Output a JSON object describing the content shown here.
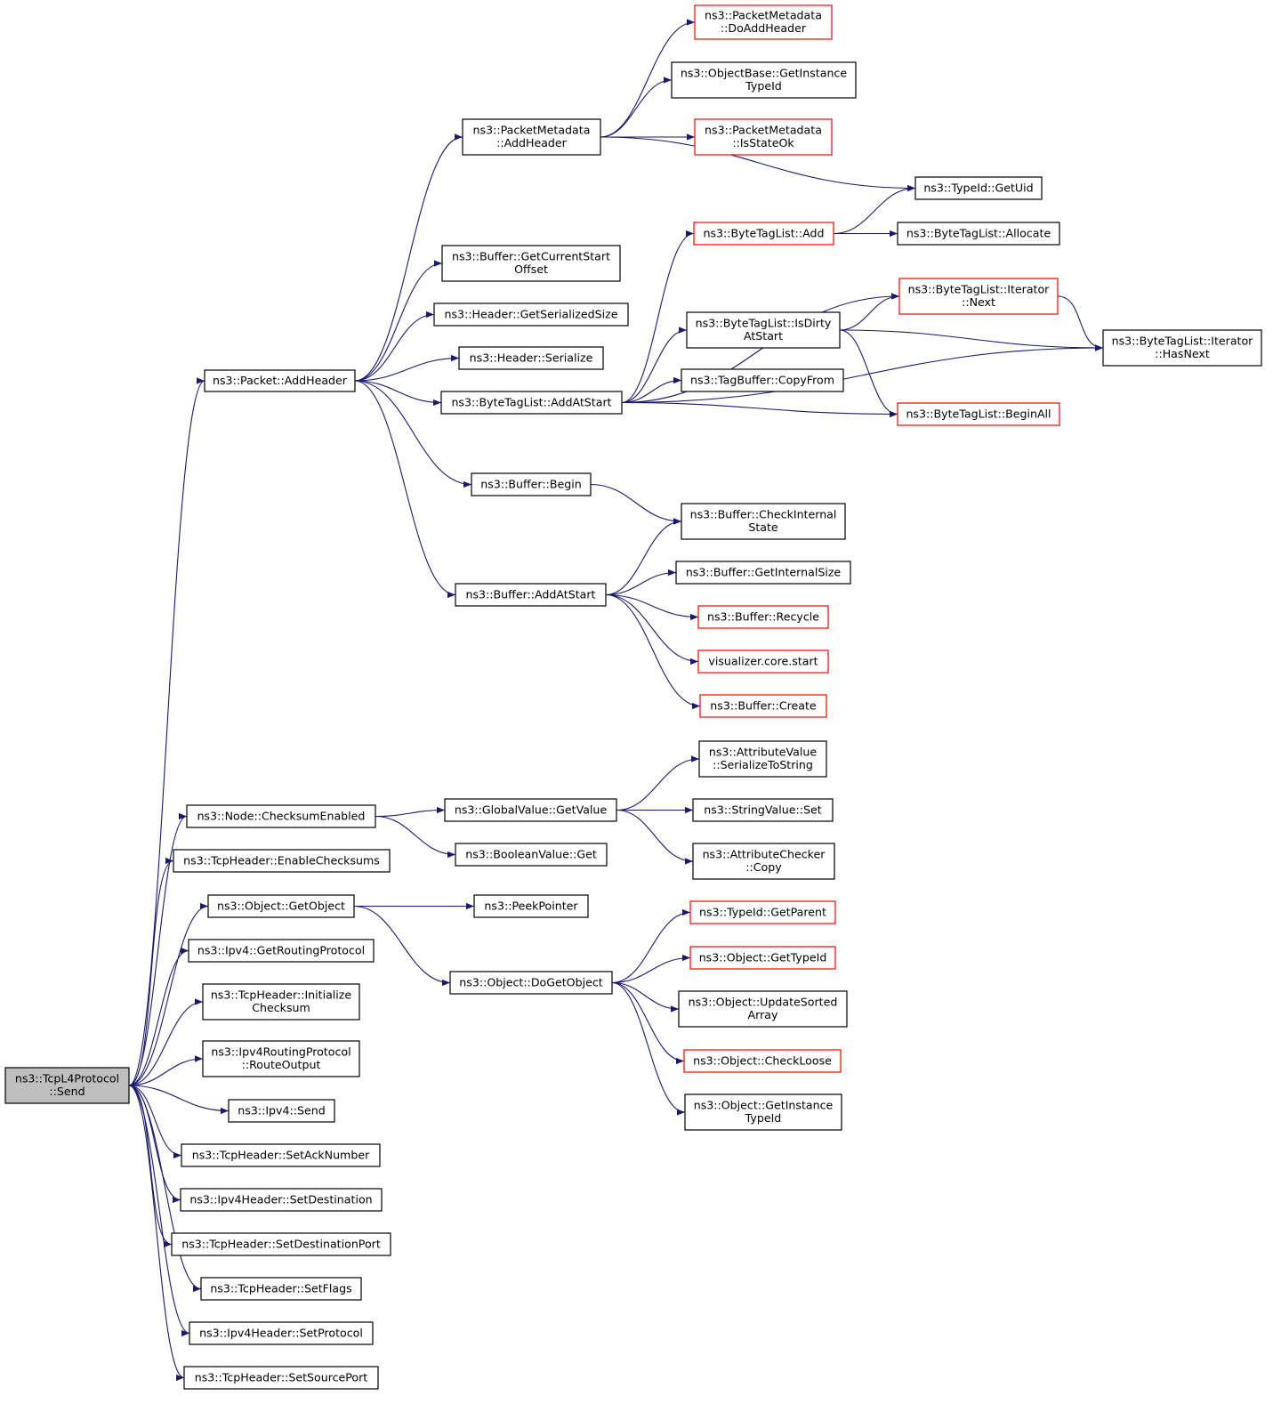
{
  "diagram": {
    "type": "call-graph",
    "colors": {
      "edge": "#191970",
      "border_normal": "#000000",
      "border_incomplete": "#ff0000",
      "root_fill": "#bfbfbf"
    },
    "nodes": [
      {
        "id": "send",
        "lines": [
          "ns3::TcpL4Protocol",
          "::Send"
        ],
        "style": "root"
      },
      {
        "id": "pkt_addheader",
        "lines": [
          "ns3::Packet::AddHeader"
        ],
        "style": "normal"
      },
      {
        "id": "pm_addheader",
        "lines": [
          "ns3::PacketMetadata",
          "::AddHeader"
        ],
        "style": "normal"
      },
      {
        "id": "pm_doaddheader",
        "lines": [
          "ns3::PacketMetadata",
          "::DoAddHeader"
        ],
        "style": "red"
      },
      {
        "id": "ob_getinstancetypeid",
        "lines": [
          "ns3::ObjectBase::GetInstance",
          "TypeId"
        ],
        "style": "normal"
      },
      {
        "id": "pm_isstateok",
        "lines": [
          "ns3::PacketMetadata",
          "::IsStateOk"
        ],
        "style": "red"
      },
      {
        "id": "typeid_getuid",
        "lines": [
          "ns3::TypeId::GetUid"
        ],
        "style": "normal"
      },
      {
        "id": "btl_add",
        "lines": [
          "ns3::ByteTagList::Add"
        ],
        "style": "red"
      },
      {
        "id": "btl_allocate",
        "lines": [
          "ns3::ByteTagList::Allocate"
        ],
        "style": "normal"
      },
      {
        "id": "buf_getcurrentstartoffset",
        "lines": [
          "ns3::Buffer::GetCurrentStart",
          "Offset"
        ],
        "style": "normal"
      },
      {
        "id": "hdr_getserializedsize",
        "lines": [
          "ns3::Header::GetSerializedSize"
        ],
        "style": "normal"
      },
      {
        "id": "hdr_serialize",
        "lines": [
          "ns3::Header::Serialize"
        ],
        "style": "normal"
      },
      {
        "id": "btl_addatstart",
        "lines": [
          "ns3::ByteTagList::AddAtStart"
        ],
        "style": "normal"
      },
      {
        "id": "btl_iter_next",
        "lines": [
          "ns3::ByteTagList::Iterator",
          "::Next"
        ],
        "style": "red"
      },
      {
        "id": "btl_isdirtyatstart",
        "lines": [
          "ns3::ByteTagList::IsDirty",
          "AtStart"
        ],
        "style": "normal"
      },
      {
        "id": "btl_iter_hasnext",
        "lines": [
          "ns3::ByteTagList::Iterator",
          "::HasNext"
        ],
        "style": "normal"
      },
      {
        "id": "tagbuf_copyfrom",
        "lines": [
          "ns3::TagBuffer::CopyFrom"
        ],
        "style": "normal"
      },
      {
        "id": "btl_beginall",
        "lines": [
          "ns3::ByteTagList::BeginAll"
        ],
        "style": "red"
      },
      {
        "id": "buf_begin",
        "lines": [
          "ns3::Buffer::Begin"
        ],
        "style": "normal"
      },
      {
        "id": "buf_checkinternalstate",
        "lines": [
          "ns3::Buffer::CheckInternal",
          "State"
        ],
        "style": "normal"
      },
      {
        "id": "buf_getinternalsize",
        "lines": [
          "ns3::Buffer::GetInternalSize"
        ],
        "style": "normal"
      },
      {
        "id": "buf_addatstart",
        "lines": [
          "ns3::Buffer::AddAtStart"
        ],
        "style": "normal"
      },
      {
        "id": "buf_recycle",
        "lines": [
          "ns3::Buffer::Recycle"
        ],
        "style": "red"
      },
      {
        "id": "vis_core_start",
        "lines": [
          "visualizer.core.start"
        ],
        "style": "red"
      },
      {
        "id": "buf_create",
        "lines": [
          "ns3::Buffer::Create"
        ],
        "style": "red"
      },
      {
        "id": "av_serializetostring",
        "lines": [
          "ns3::AttributeValue",
          "::SerializeToString"
        ],
        "style": "normal"
      },
      {
        "id": "node_checksumenabled",
        "lines": [
          "ns3::Node::ChecksumEnabled"
        ],
        "style": "normal"
      },
      {
        "id": "gv_getvalue",
        "lines": [
          "ns3::GlobalValue::GetValue"
        ],
        "style": "normal"
      },
      {
        "id": "sv_set",
        "lines": [
          "ns3::StringValue::Set"
        ],
        "style": "normal"
      },
      {
        "id": "bv_get",
        "lines": [
          "ns3::BooleanValue::Get"
        ],
        "style": "normal"
      },
      {
        "id": "ac_copy",
        "lines": [
          "ns3::AttributeChecker",
          "::Copy"
        ],
        "style": "normal"
      },
      {
        "id": "tcph_enablechecksums",
        "lines": [
          "ns3::TcpHeader::EnableChecksums"
        ],
        "style": "normal"
      },
      {
        "id": "obj_getobject",
        "lines": [
          "ns3::Object::GetObject"
        ],
        "style": "normal"
      },
      {
        "id": "peekpointer",
        "lines": [
          "ns3::PeekPointer"
        ],
        "style": "normal"
      },
      {
        "id": "typeid_getparent",
        "lines": [
          "ns3::TypeId::GetParent"
        ],
        "style": "red"
      },
      {
        "id": "ipv4_getroutingprotocol",
        "lines": [
          "ns3::Ipv4::GetRoutingProtocol"
        ],
        "style": "normal"
      },
      {
        "id": "obj_gettypeid",
        "lines": [
          "ns3::Object::GetTypeId"
        ],
        "style": "red"
      },
      {
        "id": "obj_dogetobject",
        "lines": [
          "ns3::Object::DoGetObject"
        ],
        "style": "normal"
      },
      {
        "id": "tcph_initializechecksum",
        "lines": [
          "ns3::TcpHeader::Initialize",
          "Checksum"
        ],
        "style": "normal"
      },
      {
        "id": "obj_updatesortedarray",
        "lines": [
          "ns3::Object::UpdateSorted",
          "Array"
        ],
        "style": "normal"
      },
      {
        "id": "ipv4rp_routeoutput",
        "lines": [
          "ns3::Ipv4RoutingProtocol",
          "::RouteOutput"
        ],
        "style": "normal"
      },
      {
        "id": "obj_checkloose",
        "lines": [
          "ns3::Object::CheckLoose"
        ],
        "style": "red"
      },
      {
        "id": "ipv4_send",
        "lines": [
          "ns3::Ipv4::Send"
        ],
        "style": "normal"
      },
      {
        "id": "obj_getinstancetypeid",
        "lines": [
          "ns3::Object::GetInstance",
          "TypeId"
        ],
        "style": "normal"
      },
      {
        "id": "tcph_setacknumber",
        "lines": [
          "ns3::TcpHeader::SetAckNumber"
        ],
        "style": "normal"
      },
      {
        "id": "ipv4h_setdestination",
        "lines": [
          "ns3::Ipv4Header::SetDestination"
        ],
        "style": "normal"
      },
      {
        "id": "tcph_setdestinationport",
        "lines": [
          "ns3::TcpHeader::SetDestinationPort"
        ],
        "style": "normal"
      },
      {
        "id": "tcph_setflags",
        "lines": [
          "ns3::TcpHeader::SetFlags"
        ],
        "style": "normal"
      },
      {
        "id": "ipv4h_setprotocol",
        "lines": [
          "ns3::Ipv4Header::SetProtocol"
        ],
        "style": "normal"
      },
      {
        "id": "tcph_setsourceport",
        "lines": [
          "ns3::TcpHeader::SetSourcePort"
        ],
        "style": "normal"
      }
    ],
    "edges": [
      [
        "send",
        "pkt_addheader"
      ],
      [
        "send",
        "node_checksumenabled"
      ],
      [
        "send",
        "tcph_enablechecksums"
      ],
      [
        "send",
        "obj_getobject"
      ],
      [
        "send",
        "ipv4_getroutingprotocol"
      ],
      [
        "send",
        "tcph_initializechecksum"
      ],
      [
        "send",
        "ipv4rp_routeoutput"
      ],
      [
        "send",
        "ipv4_send"
      ],
      [
        "send",
        "tcph_setacknumber"
      ],
      [
        "send",
        "ipv4h_setdestination"
      ],
      [
        "send",
        "tcph_setdestinationport"
      ],
      [
        "send",
        "tcph_setflags"
      ],
      [
        "send",
        "ipv4h_setprotocol"
      ],
      [
        "send",
        "tcph_setsourceport"
      ],
      [
        "pkt_addheader",
        "pm_addheader"
      ],
      [
        "pkt_addheader",
        "buf_getcurrentstartoffset"
      ],
      [
        "pkt_addheader",
        "hdr_getserializedsize"
      ],
      [
        "pkt_addheader",
        "hdr_serialize"
      ],
      [
        "pkt_addheader",
        "btl_addatstart"
      ],
      [
        "pkt_addheader",
        "buf_begin"
      ],
      [
        "pkt_addheader",
        "buf_addatstart"
      ],
      [
        "pm_addheader",
        "pm_doaddheader"
      ],
      [
        "pm_addheader",
        "ob_getinstancetypeid"
      ],
      [
        "pm_addheader",
        "pm_isstateok"
      ],
      [
        "pm_addheader",
        "typeid_getuid"
      ],
      [
        "btl_add",
        "typeid_getuid"
      ],
      [
        "btl_add",
        "btl_allocate"
      ],
      [
        "btl_addatstart",
        "btl_add"
      ],
      [
        "btl_addatstart",
        "btl_iter_next"
      ],
      [
        "btl_addatstart",
        "btl_isdirtyatstart"
      ],
      [
        "btl_addatstart",
        "tagbuf_copyfrom"
      ],
      [
        "btl_addatstart",
        "btl_beginall"
      ],
      [
        "btl_addatstart",
        "btl_iter_hasnext"
      ],
      [
        "btl_isdirtyatstart",
        "btl_iter_next"
      ],
      [
        "btl_isdirtyatstart",
        "btl_iter_hasnext"
      ],
      [
        "btl_isdirtyatstart",
        "btl_beginall"
      ],
      [
        "btl_iter_next",
        "btl_iter_hasnext"
      ],
      [
        "buf_begin",
        "buf_checkinternalstate"
      ],
      [
        "buf_addatstart",
        "buf_checkinternalstate"
      ],
      [
        "buf_addatstart",
        "buf_getinternalsize"
      ],
      [
        "buf_addatstart",
        "buf_recycle"
      ],
      [
        "buf_addatstart",
        "vis_core_start"
      ],
      [
        "buf_addatstart",
        "buf_create"
      ],
      [
        "node_checksumenabled",
        "gv_getvalue"
      ],
      [
        "node_checksumenabled",
        "bv_get"
      ],
      [
        "gv_getvalue",
        "av_serializetostring"
      ],
      [
        "gv_getvalue",
        "sv_set"
      ],
      [
        "gv_getvalue",
        "ac_copy"
      ],
      [
        "obj_getobject",
        "peekpointer"
      ],
      [
        "obj_getobject",
        "obj_dogetobject"
      ],
      [
        "obj_dogetobject",
        "typeid_getparent"
      ],
      [
        "obj_dogetobject",
        "obj_gettypeid"
      ],
      [
        "obj_dogetobject",
        "obj_updatesortedarray"
      ],
      [
        "obj_dogetobject",
        "obj_checkloose"
      ],
      [
        "obj_dogetobject",
        "obj_getinstancetypeid"
      ]
    ]
  }
}
